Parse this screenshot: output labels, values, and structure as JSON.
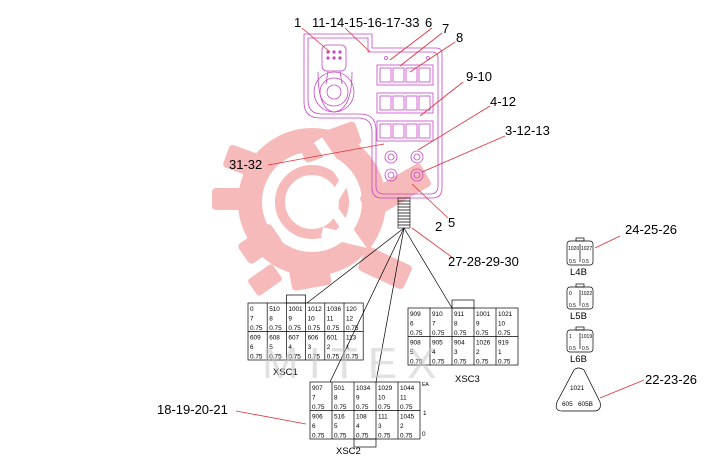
{
  "labels": {
    "l1": "1",
    "l2": "11-14-15-16-17-33",
    "l3": "6",
    "l4": "7",
    "l5": "8",
    "l6": "9-10",
    "l7": "4-12",
    "l8": "3-12-13",
    "l9": "31-32",
    "l10": "5",
    "l11": "2",
    "l12": "27-28-29-30",
    "l13": "24-25-26",
    "l14": "22-23-26",
    "l15": "18-19-20-21"
  },
  "xsc1": {
    "title": "XSC1",
    "rows": [
      [
        "0",
        "510",
        "1001",
        "1012",
        "1036",
        "120"
      ],
      [
        "7",
        "8",
        "9",
        "10",
        "11",
        "12"
      ],
      [
        "0.75",
        "0.75",
        "0.75",
        "0.75",
        "0.75",
        "0.75"
      ],
      [
        "609",
        "608",
        "607",
        "606",
        "601",
        "113"
      ],
      [
        "6",
        "5",
        "4",
        "3",
        "2",
        "1"
      ],
      [
        "0.75",
        "0.75",
        "0.75",
        "0.75",
        "0.75",
        "0.75"
      ]
    ]
  },
  "xsc2": {
    "title": "XSC2",
    "rows": [
      [
        "907",
        "501",
        "1034",
        "1029",
        "1044"
      ],
      [
        "7",
        "8",
        "9",
        "10",
        "11"
      ],
      [
        "0.75",
        "0.75",
        "0.75",
        "0.75",
        "0.75"
      ],
      [
        "906",
        "516",
        "108",
        "111",
        "1045"
      ],
      [
        "6",
        "5",
        "4",
        "3",
        "2"
      ],
      [
        "0.75",
        "0.75",
        "0.75",
        "0.75",
        "0.75"
      ]
    ],
    "extra_top": "EA",
    "extra_right": "1",
    "extra_bottom": "0"
  },
  "xsc3": {
    "title": "XSC3",
    "rows": [
      [
        "909",
        "910",
        "911",
        "1001",
        "1021"
      ],
      [
        "6",
        "7",
        "8",
        "9",
        "10"
      ],
      [
        "0.75",
        "0.75",
        "0.75",
        "0.75",
        "0.75"
      ],
      [
        "908",
        "905",
        "904",
        "1026",
        "919"
      ],
      [
        "5",
        "4",
        "3",
        "2",
        "1"
      ],
      [
        "0.75",
        "0.75",
        "0.75",
        "0.75",
        "0.75"
      ]
    ]
  },
  "lamps": {
    "l4b": {
      "name": "L4B",
      "a": "1020",
      "b": "1027",
      "c": "0.5",
      "d": "0.5"
    },
    "l5b": {
      "name": "L5B",
      "a": "0",
      "b": "1022",
      "c": "0.5",
      "d": "0.5"
    },
    "l6b": {
      "name": "L6B",
      "a": "1",
      "b": "1019",
      "c": "0.5",
      "d": "0.5"
    }
  },
  "tri": {
    "top": "1021",
    "left": "605",
    "right": "605B"
  },
  "watermark": "MITEX",
  "colors": {
    "leader": "#e0303a",
    "panel": "#c646c6",
    "gear": "#f3a3a3"
  }
}
